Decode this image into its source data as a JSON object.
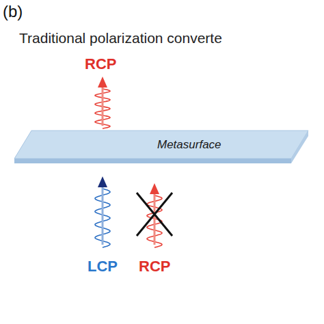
{
  "diagram": {
    "title": "Traditional polarization converte",
    "nodes": [
      {
        "text": [
          "Metasurface"
        ]
      }
    ],
    "labels": [
      "(b)",
      "RCP",
      "LCP",
      "RCP"
    ]
  }
}
